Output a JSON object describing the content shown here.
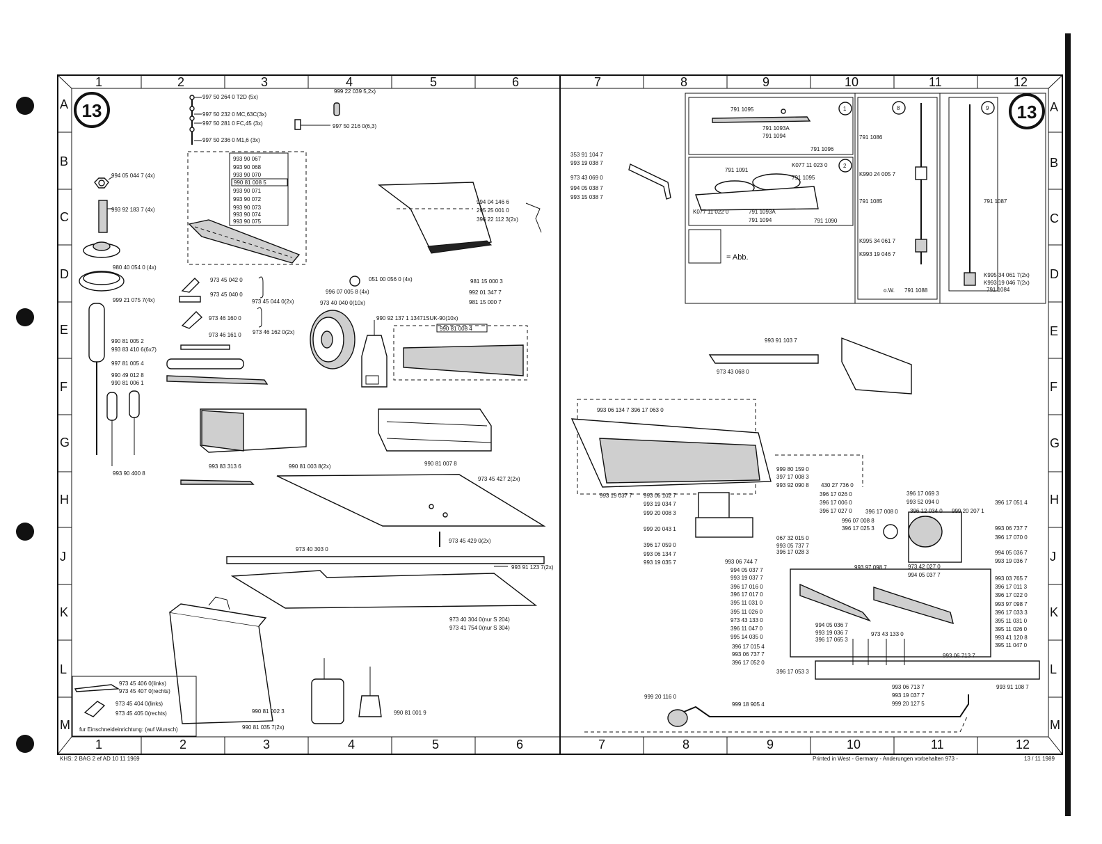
{
  "sheet": {
    "number": "13",
    "columns": [
      "1",
      "2",
      "3",
      "4",
      "5",
      "6",
      "7",
      "8",
      "9",
      "10",
      "11",
      "12"
    ],
    "rows": [
      "A",
      "B",
      "C",
      "D",
      "E",
      "F",
      "G",
      "H",
      "J",
      "K",
      "L",
      "M"
    ]
  },
  "left_labels": {
    "a1": "997 50 264 0  T2D  (5x)",
    "a2": "997 50 232 0  MC,63C(3x)",
    "a3": "997 50 281 0  FC,45 (3x)",
    "a4": "997 50 236 0  M1,6  (3x)",
    "a5": "999 22 039 5,2x)",
    "a6": "997 50 216 0(6,3)",
    "b1": "994 05 044 7 (4x)",
    "b_list": [
      "993 90 067",
      "993 90 068",
      "993 90 070",
      "990 81 008 5",
      "993 90 071",
      "993 90 072",
      "993 90 073",
      "993 90 074",
      "993 90 075"
    ],
    "c1": "993 92 183 7 (4x)",
    "c2": "994 04 146 6",
    "c3": "295 25 001 0",
    "c4": "396 22 112 3(2x)",
    "d1": "980 40 054 0 (4x)",
    "d2": "999 21 075 7(4x)",
    "d3": "973 45 042 0",
    "d4": "973 45 040 0",
    "d5": "973 45 044 0(2x)",
    "d6": "051 00 056 0 (4x)",
    "d7": "996 07 005 8 (4x)",
    "d8": "973 40 040 0(10x)",
    "d9": "981 15 000 3",
    "d10": "992 01 347 7",
    "d11": "981 15 000 7",
    "e1": "973 46 160 0",
    "e2": "973 46 161 0",
    "e3": "973 46 162 0(2x)",
    "e4": "990 92 137 1  13471SUK-90(10x)",
    "e5": "990 81 008 4",
    "e6": "990 81 005 2",
    "e7": "993 83 410 6(6x7)",
    "f1": "997 81 005 4",
    "f2": "990 49 012 8",
    "f3": "990 81 006 1",
    "g1": "993 90 400 8",
    "g2": "993 83 313 6",
    "g3": "990 81 003 8(2x)",
    "g4": "990 81 007 8",
    "h1": "973 45 427 2(2x)",
    "h2": "973 45 429 0(2x)",
    "j1": "973 40 303 0",
    "j2": "993 91 123 7(2x)",
    "k1": "973 40 304 0(nur S 204)",
    "k2": "973 41 754 0(nur S 304)",
    "l1": "973 45 406 0(links)",
    "l2": "973 45 407 0(rechts)",
    "l3": "973 45 404 0(links)",
    "l4": "973 45 405 0(rechts)",
    "l5": "fur Einschneideinrichtung: (auf Wunsch)",
    "m1": "990 81 002 3",
    "m2": "990 81 001 9",
    "m3": "990 81 035 7(2x)"
  },
  "right_labels": {
    "r1": "791 1095",
    "r2": "791 1093A",
    "r3": "791 1094",
    "r4": "791 1096",
    "r5": "K077 11 023 0",
    "r6": "791 1091",
    "r7": "791 1095",
    "r8": "K077 11 022 0",
    "r9": "791 1093A",
    "r10": "791 1094",
    "r11": "791 1090",
    "r12": "791 1086",
    "r13": "K990 24 005 7",
    "r14": "791 1085",
    "r15": "K995 34 061 7",
    "r16": "K993 19 046 7",
    "r17": "o.W.",
    "r18": "791 1088",
    "r19": "791 1087",
    "r20": "K995 34 061 7(2x)",
    "r21": "K993 19 046 7(2x)",
    "r22": "791 1084",
    "r23": "= Abb.",
    "r24": "353 91 104 7",
    "r25": "993 19 038 7",
    "r26": "973 43 069 0",
    "r27": "994 05 038 7",
    "r28": "993 15 038 7",
    "r29": "993 91 103 7",
    "r30": "973 43 068 0",
    "r31": "993 06 134 7  396 17 063 0",
    "r32": "993 19 037 7",
    "r33": "993 06 102 7",
    "r34": "993 19 034 7",
    "r35": "999 20 008 3",
    "r36": "999 20 043 1",
    "r37": "396 17 059 0",
    "r38": "993 06 134 7",
    "r39": "993 19 035 7",
    "r40": "999 80 159 0",
    "r41": "397 17 008 3",
    "r42": "993 92 090 8",
    "r43": "430 27 736 0",
    "r44": "396 17 026 0",
    "r45": "396 17 006 0",
    "r46": "396 17 027 0",
    "r47": "396 17 008 0",
    "r48": "396 17 069 3",
    "r49": "993 52 094 0",
    "r50": "396 12 034 0",
    "r51": "999 20 207 1",
    "r52": "396 17 051 4",
    "r53": "993 06 737 7",
    "r54": "396 17 070 0",
    "r55": "994 05 036 7",
    "r56": "993 19 036 7",
    "r57": "993 03 765 7",
    "r58": "396 17 011 3",
    "r59": "396 17 022 0",
    "r60": "993 97 098 7",
    "r61": "396 17 033 3",
    "r62": "395 11 031 0",
    "r63": "395 11 026 0",
    "r64": "993 41 120 8",
    "r65": "395 11 047 0",
    "r66": "993 06 713 7",
    "r67": "993 91 108 7",
    "r68": "993 06 713 7",
    "r69": "993 19 037 7",
    "r70": "999 20 127 5",
    "r71": "999 18 905 4",
    "r72": "999 20 116 0",
    "r73": "396 17 053 3",
    "r74": "396 17 052 0",
    "r75": "993 06 737 7",
    "r76": "396 17 015 4",
    "r77": "995 14 035 0",
    "r78": "396 11 047 0",
    "r79": "973 43 133 0",
    "r80": "395 11 026 0",
    "r81": "395 11 031 0",
    "r82": "396 17 017 0",
    "r83": "396 17 016 0",
    "r84": "993 19 037 7",
    "r85": "994 05 037 7",
    "r86": "993 06 744 7",
    "r87": "396 17 028 3",
    "r88": "993 05 737 7",
    "r89": "067 32 015 0",
    "r90": "996 07 008 8",
    "r91": "396 17 025 3",
    "r92": "973 42 027 0",
    "r93": "994 05 037 7",
    "r94": "993 97 098 7",
    "r95": "994 05 036 7",
    "r96": "993 19 036 7",
    "r97": "396 17 065 3",
    "r98": "973 43 133 0"
  },
  "footer": {
    "left": "KHS: 2  BAG 2 ef  AD 10 11 1969",
    "right": "Printed in West - Germany - Anderungen vorbehalten 973 -",
    "date": "13 / 11 1989"
  }
}
